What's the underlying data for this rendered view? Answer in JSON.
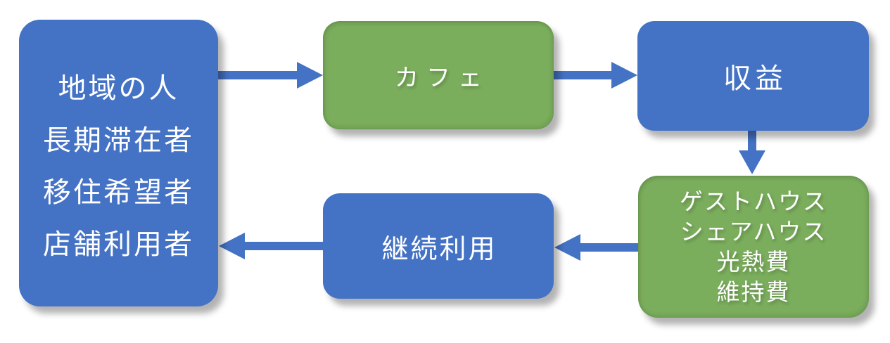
{
  "page": {
    "background": "#ffffff"
  },
  "palette": {
    "node_blue": "#4472C4",
    "node_green": "#7AAD5C",
    "arrow_blue": "#4472C4",
    "text": "#ffffff",
    "page_bg": "#ffffff"
  },
  "nodes": {
    "audience": {
      "lines": [
        "地域の人",
        "長期滞在者",
        "移住希望者",
        "店舗利用者"
      ]
    },
    "cafe": {
      "label": "カフェ"
    },
    "revenue": {
      "label": "収益"
    },
    "facilities": {
      "lines": [
        "ゲストハウス",
        "シェアハウス",
        "光熱費",
        "維持費"
      ]
    },
    "repeat_use": {
      "label": "継続利用"
    }
  },
  "edges": [
    {
      "from": "audience",
      "to": "cafe",
      "direction": "right"
    },
    {
      "from": "cafe",
      "to": "revenue",
      "direction": "right"
    },
    {
      "from": "revenue",
      "to": "facilities",
      "direction": "down"
    },
    {
      "from": "facilities",
      "to": "repeat_use",
      "direction": "left"
    },
    {
      "from": "repeat_use",
      "to": "audience",
      "direction": "left"
    }
  ]
}
